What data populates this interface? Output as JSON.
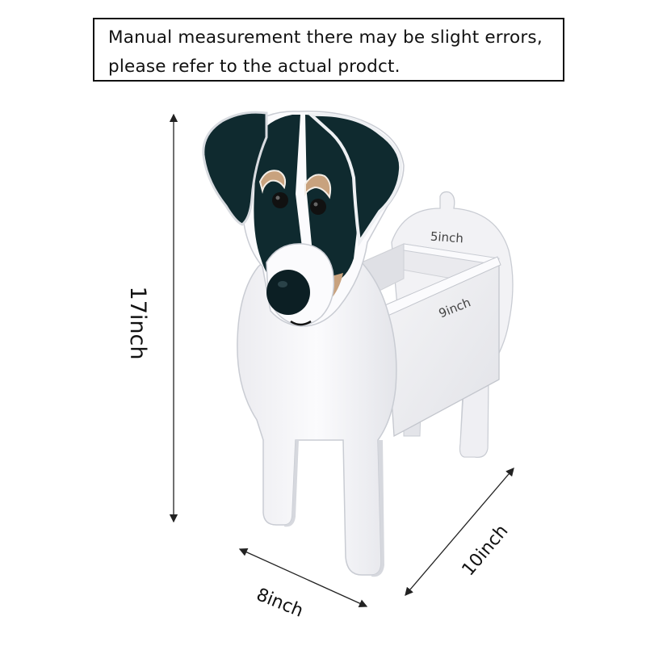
{
  "notice": {
    "line1": "Manual measurement there may be slight errors,",
    "line2": "please refer to the actual prodct."
  },
  "dimensions": {
    "height": "17inch",
    "width": "8inch",
    "depth": "10inch",
    "box_top_width": "5inch",
    "box_length": "9inch"
  },
  "colors": {
    "dog_body": "#f7f7f9",
    "dog_outline": "#c9ccd3",
    "ear_patch": "#0f2a2f",
    "tan": "#c8a27e",
    "nose": "#0c1f24",
    "dimension_line": "#222222"
  }
}
